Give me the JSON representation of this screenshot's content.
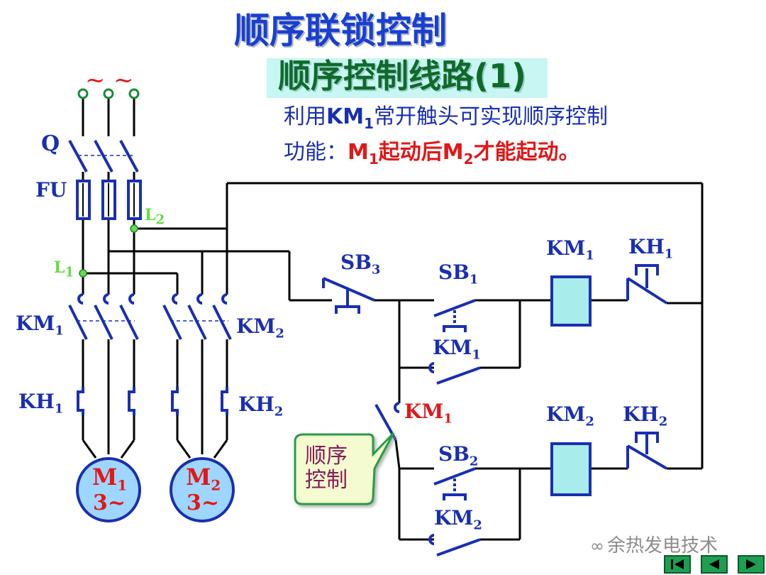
{
  "title": "顺序联锁控制",
  "subtitle": "顺序控制线路(1)",
  "description": {
    "line1_prefix": "利用",
    "line1_contact": "KM",
    "line1_contact_sub": "1",
    "line1_suffix": "常开触头可实现顺序控制",
    "line2_prefix": "功能：",
    "line2_m1": "M",
    "line2_m1_sub": "1",
    "line2_mid": "起动后",
    "line2_m2": "M",
    "line2_m2_sub": "2",
    "line2_suffix": "才能起动。"
  },
  "power_circuit": {
    "supply_symbol": "~",
    "switch_label": "Q",
    "fuse_label": "FU",
    "node_l1": "L",
    "node_l1_sub": "1",
    "node_l2": "L",
    "node_l2_sub": "2",
    "contactor1": "KM",
    "contactor1_sub": "1",
    "contactor2": "KM",
    "contactor2_sub": "2",
    "overload1": "KH",
    "overload1_sub": "1",
    "overload2": "KH",
    "overload2_sub": "2",
    "motor1": "M",
    "motor1_sub": "1",
    "motor1_phase": "3~",
    "motor2": "M",
    "motor2_sub": "2",
    "motor2_phase": "3~"
  },
  "control_circuit": {
    "stop_button": "SB",
    "stop_button_sub": "3",
    "start1": "SB",
    "start1_sub": "1",
    "hold1": "KM",
    "hold1_sub": "1",
    "coil1": "KM",
    "coil1_sub": "1",
    "kh1": "KH",
    "kh1_sub": "1",
    "interlock": "KM",
    "interlock_sub": "1",
    "start2": "SB",
    "start2_sub": "2",
    "hold2": "KM",
    "hold2_sub": "2",
    "coil2": "KM",
    "coil2_sub": "2",
    "kh2": "KH",
    "kh2_sub": "2"
  },
  "callout": {
    "line1": "顺序",
    "line2": "控制"
  },
  "watermark": "余热发电技术",
  "nav": [
    "first-slide",
    "previous-slide",
    "next-slide"
  ],
  "colors": {
    "wire": "#000000",
    "component": "#1a2fb0",
    "label": "#1a2fb0",
    "highlight": "#e01818",
    "node": "#66dd44",
    "coil_fill": "#a8ecec",
    "motor_fill": "#9fd6ff"
  }
}
